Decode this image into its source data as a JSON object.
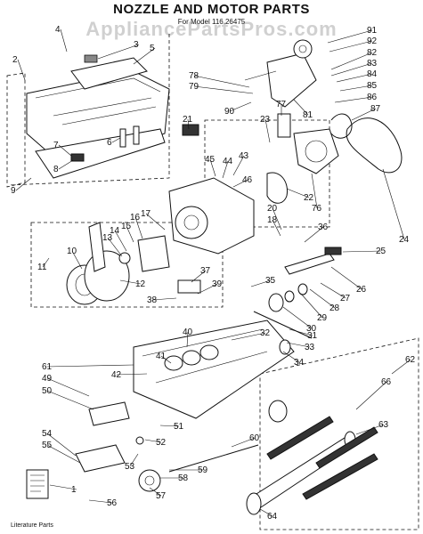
{
  "title": "NOZZLE AND MOTOR PARTS",
  "subtitle": "For Model 116.26475",
  "watermark": "AppliancePartsPros.com",
  "literature_label": "Literature Parts",
  "part_labels": [
    "1",
    "2",
    "3",
    "4",
    "5",
    "6",
    "7",
    "8",
    "9",
    "10",
    "11",
    "12",
    "13",
    "14",
    "15",
    "16",
    "17",
    "18",
    "20",
    "21",
    "22",
    "23",
    "24",
    "25",
    "26",
    "27",
    "28",
    "29",
    "30",
    "31",
    "32",
    "33",
    "34",
    "35",
    "36",
    "37",
    "38",
    "39",
    "40",
    "41",
    "42",
    "43",
    "44",
    "45",
    "46",
    "49",
    "50",
    "51",
    "52",
    "53",
    "54",
    "55",
    "56",
    "57",
    "58",
    "59",
    "60",
    "61",
    "62",
    "63",
    "64",
    "66",
    "76",
    "77",
    "78",
    "79",
    "81",
    "82",
    "83",
    "84",
    "85",
    "86",
    "87",
    "90",
    "91",
    "92"
  ]
}
